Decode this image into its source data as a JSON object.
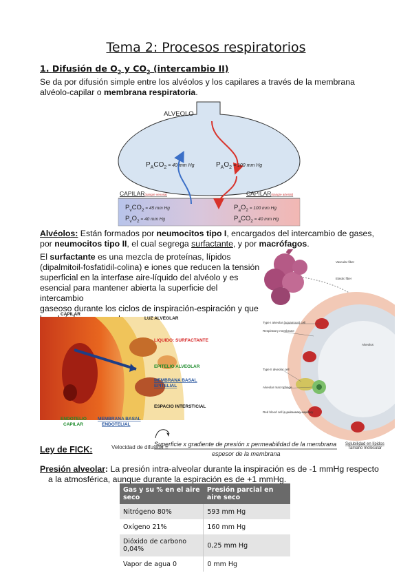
{
  "title": "Tema 2: Procesos respiratorios",
  "section1": {
    "heading_num": "1.",
    "heading_pre": "Difusión de O",
    "heading_sub1": "2",
    "heading_mid": " y CO",
    "heading_sub2": "2",
    "heading_post": " (intercambio II)",
    "line1": "Se da por difusión simple entre los alvéolos y los capilares a través de la membrana",
    "line2_pre": "alvéolo-capilar o ",
    "line2_bold": "membrana respiratoria",
    "line2_post": "."
  },
  "diagram1": {
    "alveolo": "ALVEOLO",
    "pa_co2": "P",
    "pa_co2_sub": "A",
    "co2": "CO",
    "sub2": "2",
    "pa_co2_val": " = 40 mm Hg",
    "pa_o2_val": " = 100 mm Hg",
    "o2": "O",
    "capilar_left": "CAPILAR",
    "capilar_left_note": "(sangre venosa)",
    "capilar_right": "CAPILAR",
    "capilar_right_note": "(sangre arterial)",
    "pv_sub": "v",
    "pa_sub": "a",
    "pv_co2_val": " = 45 mm Hg",
    "pv_o2_val": " = 40 mm Hg",
    "pa_o2_cap_val": " = 100 mm Hg",
    "pa_co2_cap_val": " = 40 mm Hg"
  },
  "alveolos": {
    "label": "Alvéolos:",
    "t1": " Están formados por ",
    "b1": "neumocitos tipo I",
    "t2": ", encargados del intercambio de gases,",
    "t3": "por ",
    "b2": "neumocitos tipo II",
    "t4": ", el cual segrega ",
    "u1": "surfactante",
    "t5": ", y por ",
    "b3": "macrófagos",
    "t6": "."
  },
  "surfactante": {
    "l1_pre": "El ",
    "l1_bold": "surfactante",
    "l1_post": " es una mezcla de proteínas, lípidos",
    "l2": "(dipalmitoil-fosfatidil-colina) e iones que reducen la tensión",
    "l3": "superficial en la interfase aire-líquido del alvéolo y es",
    "l4": "esencial para mantener abierta la superficie del intercambio",
    "l5": "gaseoso durante los ciclos de inspiración-espiración y que",
    "l6": "los alvéolos no se colapsen."
  },
  "diagram2": {
    "capilar": "CAPILAR",
    "luz": "LUZ ALVEOLAR",
    "liquido": "LIQUIDO: SURFACTANTE",
    "epitelio": "EPITELIO ALVEOLAR",
    "membrana1": "MEMBRANA BASAL",
    "membrana2": "EPITELIAL",
    "espacio": "ESPACIO INTERSTICIAL",
    "endotel1": "ENDOTELIO",
    "endotel2": "CAPILAR",
    "mem_endo1": "MEMBRANA BASAL",
    "mem_endo2": "ENDOTELIAL"
  },
  "diagram3": {
    "l_vascular": "Vascular fiber",
    "l_elastic": "Elastic fiber",
    "l_type1": "Type I alveolar (squamous) cell",
    "l_resp": "Respiratory membrane",
    "l_type2": "Type II alveolar cell",
    "l_macro": "Alveolar macrophage",
    "l_red": "Red blood cell in pulmonary capillary",
    "l_alveolus": "Alveolus"
  },
  "fick": {
    "label": "Ley de FICK:",
    "lhs": "Velocidad de difusión =",
    "numerator": "Superficie x gradiente de presión x permeabilidad de la membrana",
    "denominator": "espesor de la membrana",
    "note1": "Solubilidad en lípidos",
    "note2": "Tamaño molecular"
  },
  "presion": {
    "label": "Presión alveolar",
    "colon": ":",
    "l1": " La presión intra-alveolar durante la inspiración es de -1 mmHg respecto",
    "l2": "a la atmosférica, aunque durante la espiración es de +1 mmHg."
  },
  "table": {
    "headers": [
      "Gas y su % en el aire seco",
      "Presión parcial en aire seco"
    ],
    "rows": [
      [
        "Nitrógeno 80%",
        "593 mm Hg"
      ],
      [
        "Oxígeno 21%",
        "160 mm Hg"
      ],
      [
        "Dióxido de carbono 0,04%",
        "0,25 mm Hg"
      ],
      [
        "Vapor de agua 0",
        "0 mm Hg"
      ]
    ]
  }
}
